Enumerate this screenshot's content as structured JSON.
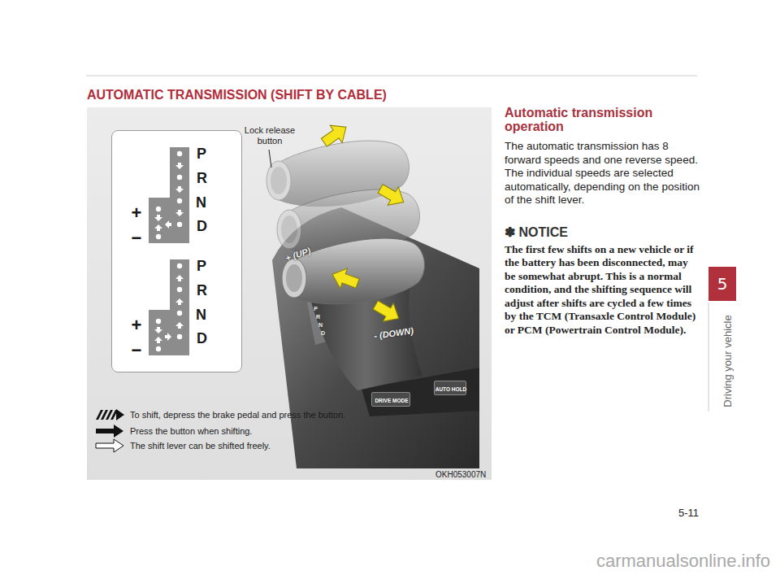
{
  "diagram": {
    "title": "AUTOMATIC TRANSMISSION (SHIFT BY CABLE)",
    "nodes": [
      {
        "text": [
          "OKH053007N"
        ]
      },
      {
        "text": [
          "P",
          "R",
          "N",
          "D",
          "+",
          "−",
          "P",
          "R",
          "N",
          "D",
          "+",
          "−"
        ],
        "in": 0
      },
      {
        "text": [
          "DRIVE MODE"
        ],
        "in": 0
      },
      {
        "text": [
          "AUTO HOLD"
        ],
        "in": 0
      },
      {
        "text": [
          "5"
        ]
      }
    ],
    "labels": [
      "Lock release button",
      "+ (UP)",
      "- (DOWN)",
      "P",
      "R",
      "N",
      "D",
      "Driving your vehicle",
      "5-11",
      "carmanualsonline.info",
      "Automatic transmission operation",
      "The automatic transmission has 8 forward speeds and one reverse speed. The individual speeds are selected automatically, depending on the position of the shift lever.",
      "✽ NOTICE",
      "The first few shifts on a new vehicle or if the battery has been disconnected, may be somewhat abrupt. This is a normal condition, and the shifting sequence will adjust after shifts are cycled a few times by the TCM (Transaxle Control Module) or PCM (Powertrain Control Module)."
    ],
    "legend": [
      {
        "text": "To shift, depress the brake pedal and press the button."
      },
      {
        "text": "Press the button when shifting."
      },
      {
        "text": "The shift lever can be shifted freely."
      }
    ]
  }
}
